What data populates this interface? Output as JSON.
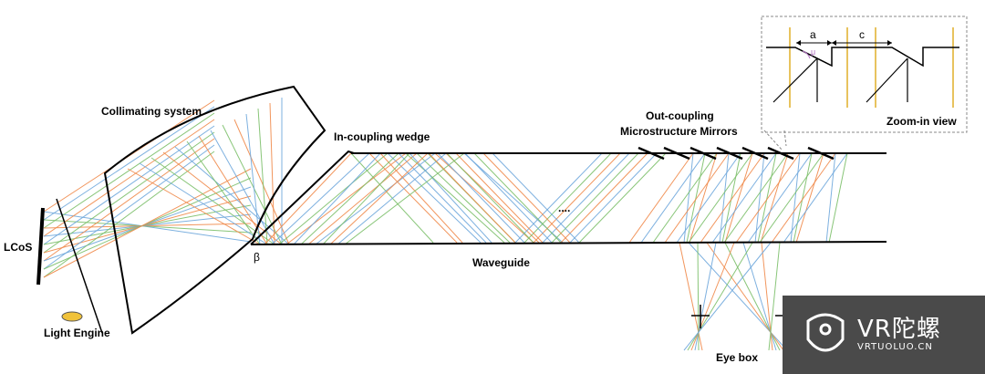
{
  "labels": {
    "collimating": "Collimating system",
    "incoupling": "In-coupling wedge",
    "outcoupling_line1": "Out-coupling",
    "outcoupling_line2": "Microstructure Mirrors",
    "zoom": "Zoom-in view",
    "lcos": "LCoS",
    "light_engine": "Light Engine",
    "beta": "β",
    "waveguide": "Waveguide",
    "ellipsis": "....",
    "eye_box": "Eye box",
    "zoom_a": "a",
    "zoom_c": "c",
    "zoom_mu": "μ"
  },
  "watermark": {
    "title": "VR陀螺",
    "url": "VRTUOLUO.CN"
  },
  "colors": {
    "ray_orange": "#f08a4b",
    "ray_blue": "#6fa8dc",
    "ray_green": "#7cbf6a",
    "ray_yellow": "#e8c35e",
    "light_engine": "#f0c23a",
    "zoom_border": "#888888",
    "watermark_bg": "#4a4a4a"
  }
}
